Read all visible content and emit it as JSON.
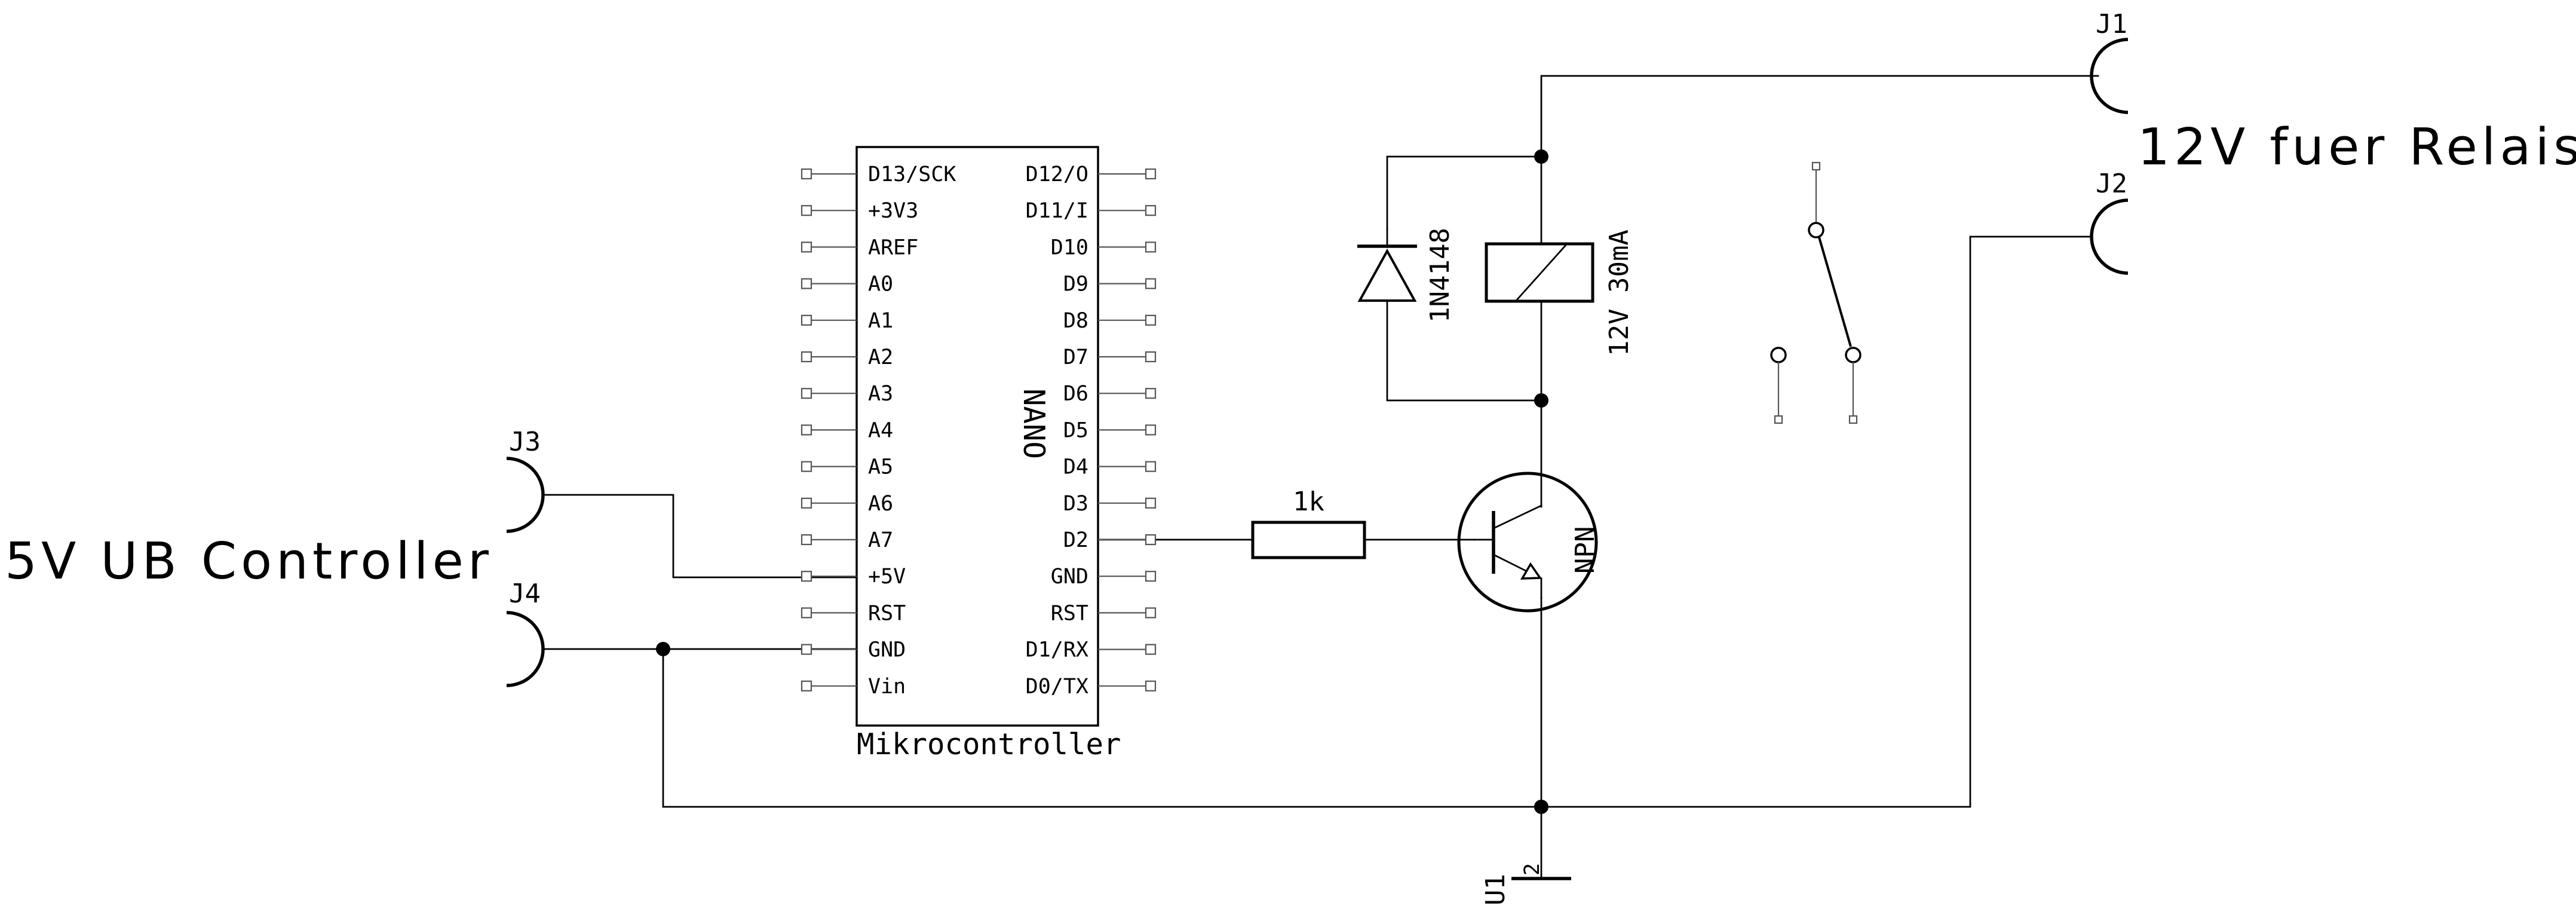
{
  "labels": {
    "supply_12v": "12V fuer Relais",
    "supply_5v": "5V UB Controller",
    "j1": "J1",
    "j2": "J2",
    "j3": "J3",
    "j4": "J4",
    "u1": "U1",
    "u1_pin": "2",
    "module_name": "Mikrocontroller",
    "module_type": "NANO",
    "diode": "1N4148",
    "relay": "12V 30mA",
    "resistor": "1k",
    "transistor": "NPN"
  },
  "module": {
    "left_pins": [
      "D13/SCK",
      "+3V3",
      "AREF",
      "A0",
      "A1",
      "A2",
      "A3",
      "A4",
      "A5",
      "A6",
      "A7",
      "+5V",
      "RST",
      "GND",
      "Vin"
    ],
    "right_pins": [
      "D12/O",
      "D11/I",
      "D10",
      "D9",
      "D8",
      "D7",
      "D6",
      "D5",
      "D4",
      "D3",
      "D2",
      "GND",
      "RST",
      "D1/RX",
      "D0/TX"
    ]
  }
}
